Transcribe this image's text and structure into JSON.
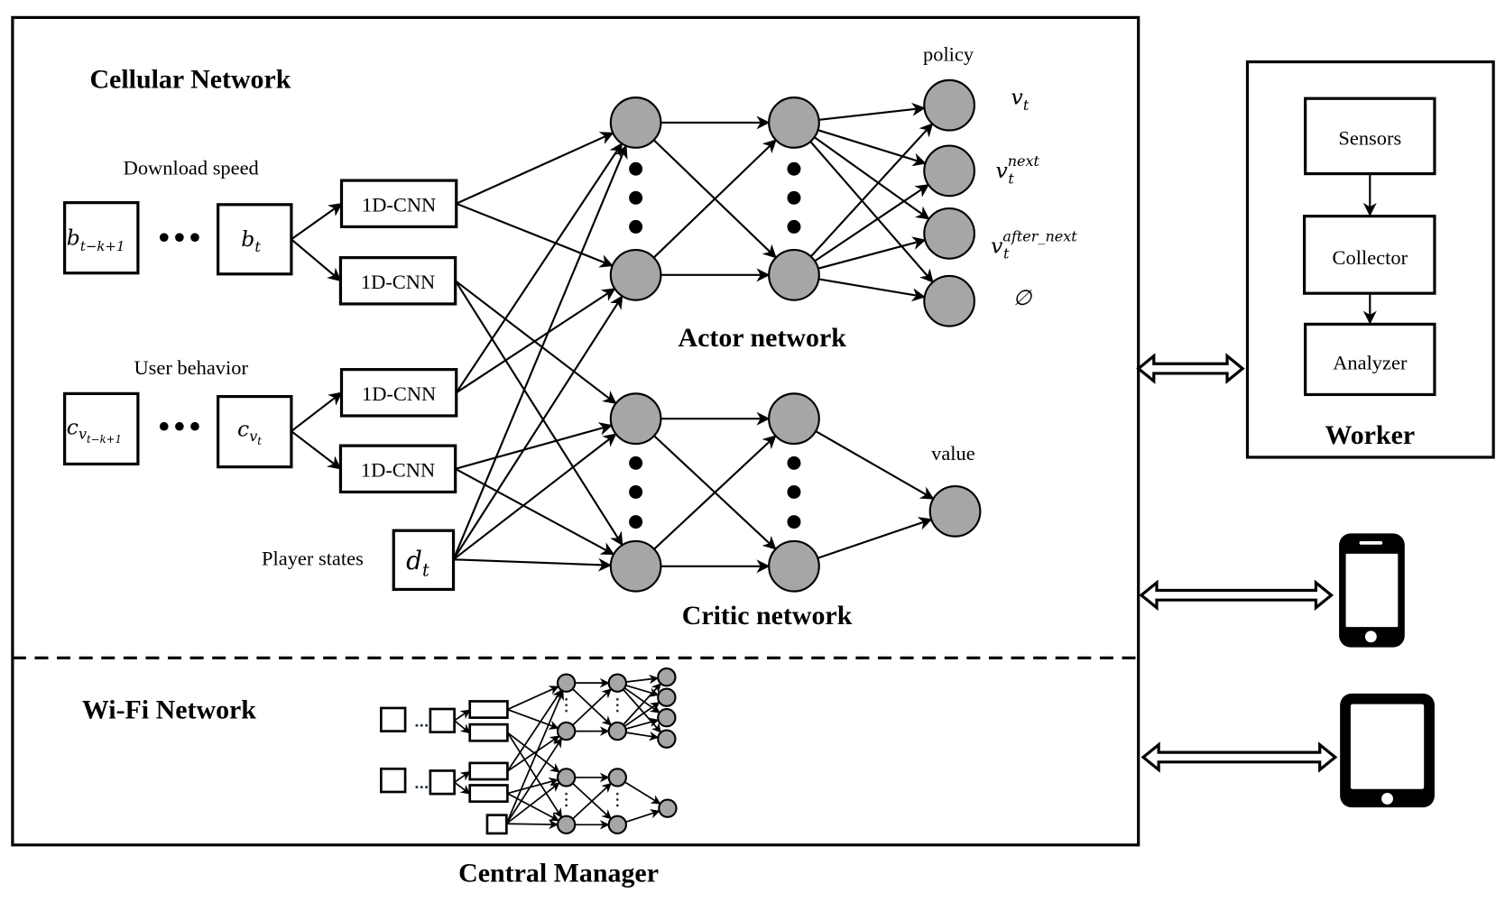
{
  "central_manager": {
    "label": "Central Manager",
    "cellular": {
      "title": "Cellular Network",
      "download_speed_label": "Download speed",
      "user_behavior_label": "User behavior",
      "player_states_label": "Player states",
      "download_inputs": {
        "first": {
          "base": "b",
          "sub": "t−k+1"
        },
        "last": {
          "base": "b",
          "sub": "t"
        }
      },
      "behavior_inputs": {
        "first": {
          "base": "c",
          "sub": "v",
          "subsub": "t−k+1"
        },
        "last": {
          "base": "c",
          "sub": "v",
          "subsub": "t"
        }
      },
      "player_state": {
        "base": "d",
        "sub": "t"
      },
      "cnn_label": "1D-CNN",
      "cnn_count": 4,
      "actor": {
        "title": "Actor network",
        "output_heading": "policy",
        "outputs": [
          {
            "base": "v",
            "sub": "t",
            "sup": ""
          },
          {
            "base": "v",
            "sub": "t",
            "sup": "next"
          },
          {
            "base": "v",
            "sub": "t",
            "sup": "after_next"
          },
          {
            "base": "∅",
            "sub": "",
            "sup": ""
          }
        ]
      },
      "critic": {
        "title": "Critic network",
        "output_heading": "value"
      }
    },
    "wifi": {
      "title": "Wi-Fi Network"
    }
  },
  "worker": {
    "title": "Worker",
    "pipeline": [
      "Sensors",
      "Collector",
      "Analyzer"
    ]
  },
  "devices": [
    {
      "type": "smartphone-icon"
    },
    {
      "type": "tablet-icon"
    }
  ]
}
